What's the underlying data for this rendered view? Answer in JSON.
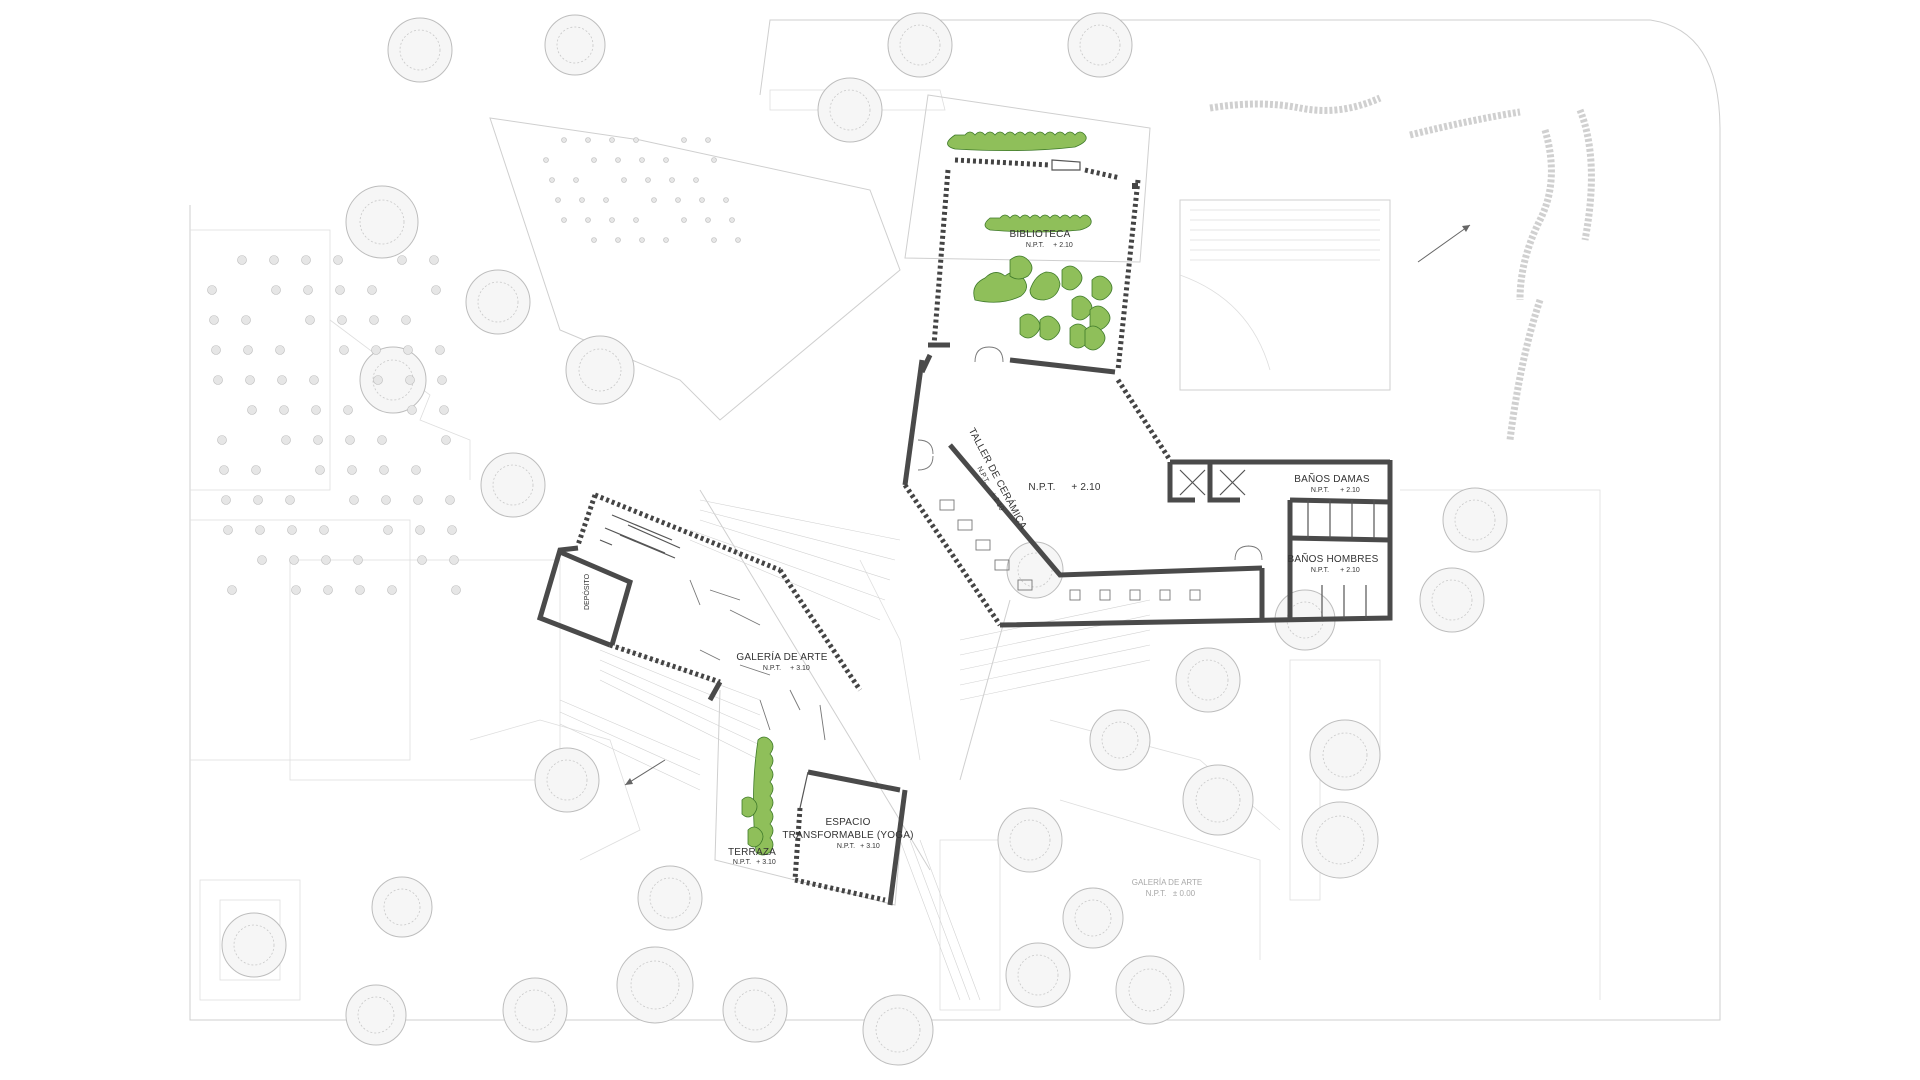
{
  "plan": {
    "rooms": [
      {
        "id": "biblioteca",
        "name": "BIBLIOTECA",
        "npt_label": "N.P.T.",
        "npt_value": "+ 2.10"
      },
      {
        "id": "taller",
        "name": "TALLER DE CERÁMICA",
        "npt_label": "N.P.T.",
        "npt_value": "+ 2.10"
      },
      {
        "id": "corredor",
        "name": "",
        "npt_label": "N.P.T.",
        "npt_value": "+ 2.10"
      },
      {
        "id": "banos_damas",
        "name": "BAÑOS DAMAS",
        "npt_label": "N.P.T.",
        "npt_value": "+ 2.10"
      },
      {
        "id": "banos_hombres",
        "name": "BAÑOS HOMBRES",
        "npt_label": "N.P.T.",
        "npt_value": "+ 2.10"
      },
      {
        "id": "deposito",
        "name": "DEPÓSITO"
      },
      {
        "id": "galeria",
        "name": "GALERÍA DE ARTE",
        "npt_label": "N.P.T.",
        "npt_value": "+ 3.10"
      },
      {
        "id": "terraza",
        "name": "TERRAZA",
        "npt_label": "N.P.T.",
        "npt_value": "+ 3.10"
      },
      {
        "id": "espacio",
        "name_line1": "ESPACIO",
        "name_line2": "TRANSFORMABLE (YOGA)",
        "npt_label": "N.P.T.",
        "npt_value": "+ 3.10"
      },
      {
        "id": "galeria_exterior",
        "name": "GALERÍA DE ARTE",
        "npt_label": "N.P.T.",
        "npt_value": "± 0.00"
      }
    ],
    "colors": {
      "wall": "#4a4a4a",
      "site_lines": "#cfcfcf",
      "vegetation": "#8fbf5a",
      "tree_outline": "#bdbdbd"
    }
  }
}
